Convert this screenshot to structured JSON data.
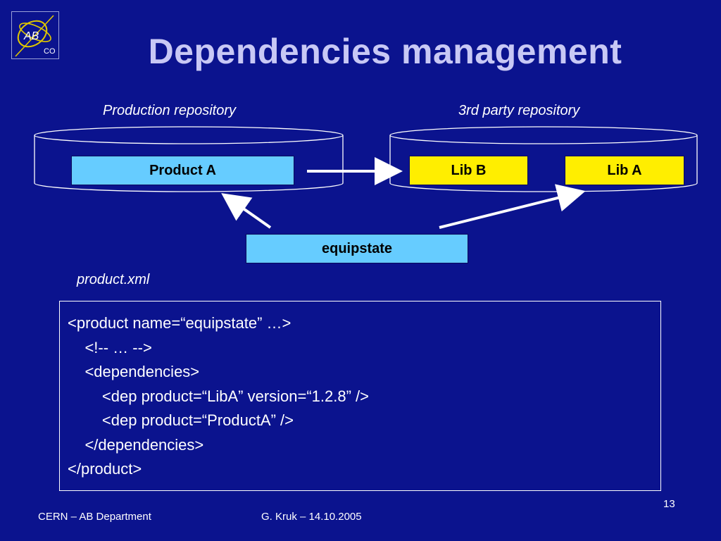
{
  "logo": {
    "text": "AB",
    "sub": "CO"
  },
  "title": "Dependencies management",
  "diagram": {
    "repositories": [
      {
        "label": "Production repository"
      },
      {
        "label": "3rd party repository"
      }
    ],
    "boxes": {
      "product_a": "Product A",
      "lib_b": "Lib B",
      "lib_a": "Lib A",
      "equipstate": "equipstate"
    }
  },
  "file_label": "product.xml",
  "code_lines": [
    "<product name=“equipstate” …>",
    "    <!-- … -->",
    "    <dependencies>",
    "        <dep product=“LibA” version=“1.2.8” />",
    "        <dep product=“ProductA” />",
    "    </dependencies>",
    "</product>"
  ],
  "footer": {
    "left": "CERN – AB Department",
    "center": "G. Kruk – 14.10.2005",
    "page": "13"
  },
  "colors": {
    "background": "#0b138e",
    "title": "#c8c8f5",
    "box_cyan": "#66ccff",
    "box_yellow": "#ffee00"
  }
}
